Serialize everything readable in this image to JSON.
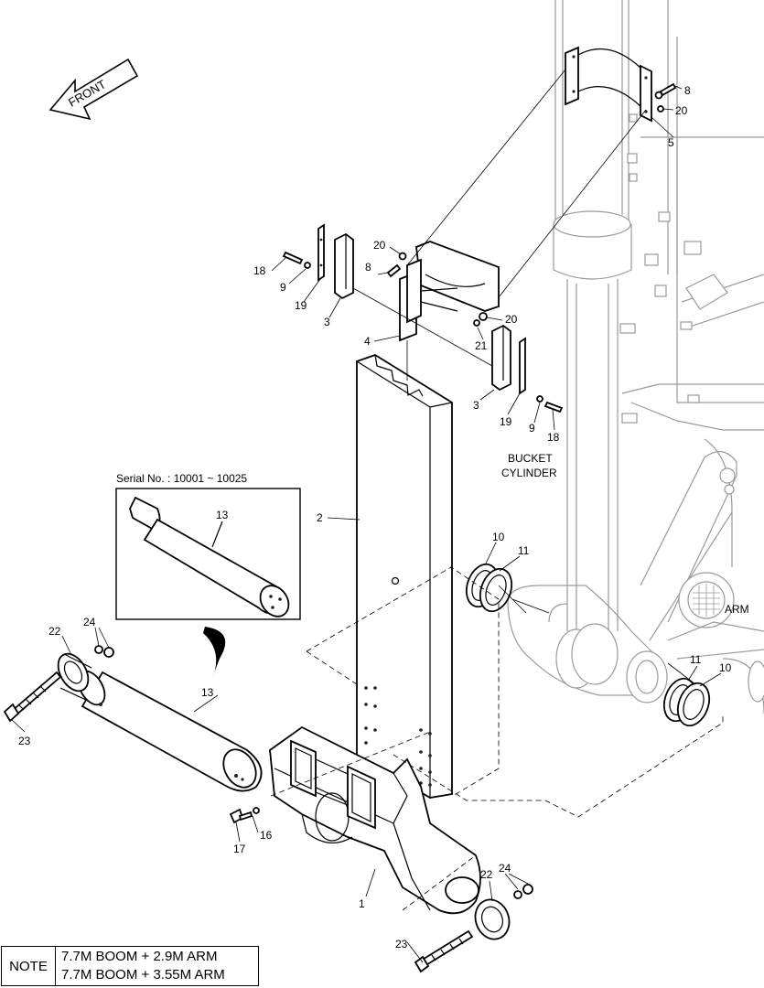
{
  "front_label": "FRONT",
  "inset": {
    "title": "Serial No. : 10001 ~ 10025",
    "part": "13"
  },
  "callouts": {
    "c1": "1",
    "c2": "2",
    "c3a": "3",
    "c3b": "3",
    "c4": "4",
    "c5": "5",
    "c8a": "8",
    "c8b": "8",
    "c9a": "9",
    "c9b": "9",
    "c10a": "10",
    "c10b": "10",
    "c11a": "11",
    "c11b": "11",
    "c13": "13",
    "c16": "16",
    "c17": "17",
    "c18a": "18",
    "c18b": "18",
    "c19a": "19",
    "c19b": "19",
    "c20a": "20",
    "c20b": "20",
    "c20c": "20",
    "c21": "21",
    "c22a": "22",
    "c22b": "22",
    "c23a": "23",
    "c23b": "23",
    "c24a": "24",
    "c24b": "24"
  },
  "labels": {
    "bucket": "BUCKET",
    "cylinder": "CYLINDER",
    "arm": "ARM"
  },
  "note": {
    "label": "NOTE",
    "lines": [
      "7.7M BOOM + 2.9M ARM",
      "7.7M BOOM + 3.55M ARM"
    ]
  }
}
